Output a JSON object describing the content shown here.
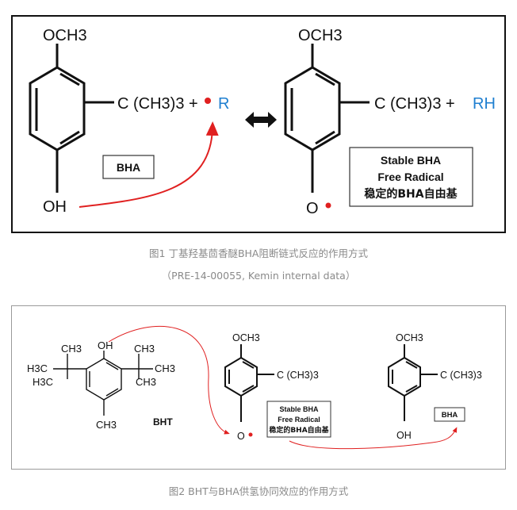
{
  "figure1": {
    "left": {
      "substituent_top": "OCH3",
      "substituent_right": "C (CH3)3 +",
      "radical_label": "R",
      "bottom_group": "OH",
      "box_label": "BHA"
    },
    "right": {
      "substituent_top": "OCH3",
      "substituent_right": "C (CH3)3 +",
      "product_label": "RH",
      "bottom_group": "O",
      "box_lines": [
        "Stable BHA",
        "Free Radical",
        "稳定的BHA自由基"
      ]
    },
    "caption": "图1 丁基羟基茴香醚BHA阻断链式反应的作用方式",
    "reference": "（PRE-14-00055, Kemin internal data）"
  },
  "figure2": {
    "bht": {
      "left_upper": "CH3",
      "left_mid": "H3C",
      "left_low": "H3C",
      "oh": "OH",
      "right_upper": "CH3",
      "right_mid": "CH3",
      "right_low": "CH3",
      "bottom": "CH3",
      "label": "BHT"
    },
    "middle": {
      "substituent_top": "OCH3",
      "substituent_right": "C (CH3)3",
      "bottom_group": "O",
      "box_lines": [
        "Stable BHA",
        "Free Radical",
        "稳定的BHA自由基"
      ]
    },
    "right": {
      "substituent_top": "OCH3",
      "substituent_right": "C (CH3)3",
      "bottom_group": "OH",
      "box_label": "BHA"
    },
    "caption": "图2 BHT与BHA供氢协同效应的作用方式"
  },
  "colors": {
    "radical": "#e02020",
    "rh": "#1f7fd0",
    "arrow": "#e02020",
    "caption": "#8a8a8a"
  }
}
